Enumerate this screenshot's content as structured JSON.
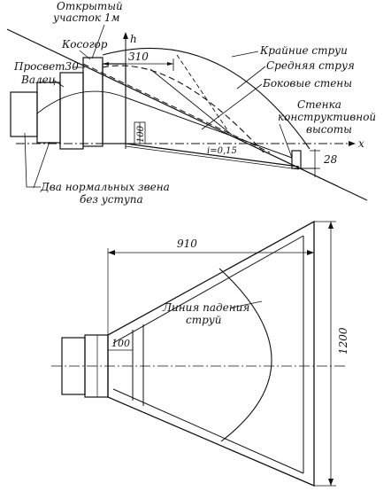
{
  "colors": {
    "ink": "#111111",
    "paper": "#ffffff"
  },
  "top_view": {
    "open_section_line1": "Открытый",
    "open_section_line2": "участок 1м",
    "kosogor": "Косогор",
    "prosvet": "Просвет30",
    "valets": "Валец",
    "axis_h": "h",
    "axis_x": "x",
    "dim_310": "310",
    "dim_100": "100",
    "dim_28": "28",
    "slope": "i=0,15",
    "outer_jets": "Крайние струи",
    "middle_jet": "Средняя струя",
    "side_walls": "Боковые стены",
    "wall_line1": "Стенка",
    "wall_line2": "конструктивной",
    "wall_line3": "высоты",
    "two_links_line1": "Два нормальных звена",
    "two_links_line2": "без уступа"
  },
  "plan_view": {
    "dim_910": "910",
    "dim_1200": "1200",
    "dim_100": "100",
    "fall_line1": "Линия падения",
    "fall_line2": "струй"
  }
}
